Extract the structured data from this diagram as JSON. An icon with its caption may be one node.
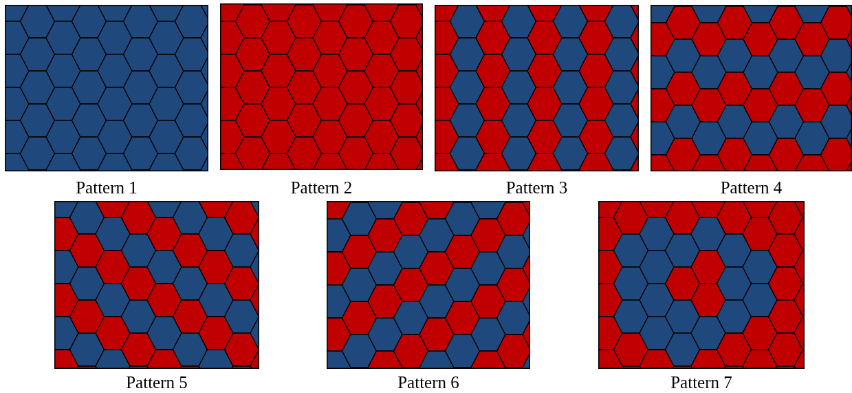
{
  "diagram": {
    "labels": [
      "Pattern 1",
      "Pattern 2",
      "Pattern 3",
      "Pattern 4",
      "Pattern 5",
      "Pattern 6",
      "Pattern 7"
    ]
  }
}
